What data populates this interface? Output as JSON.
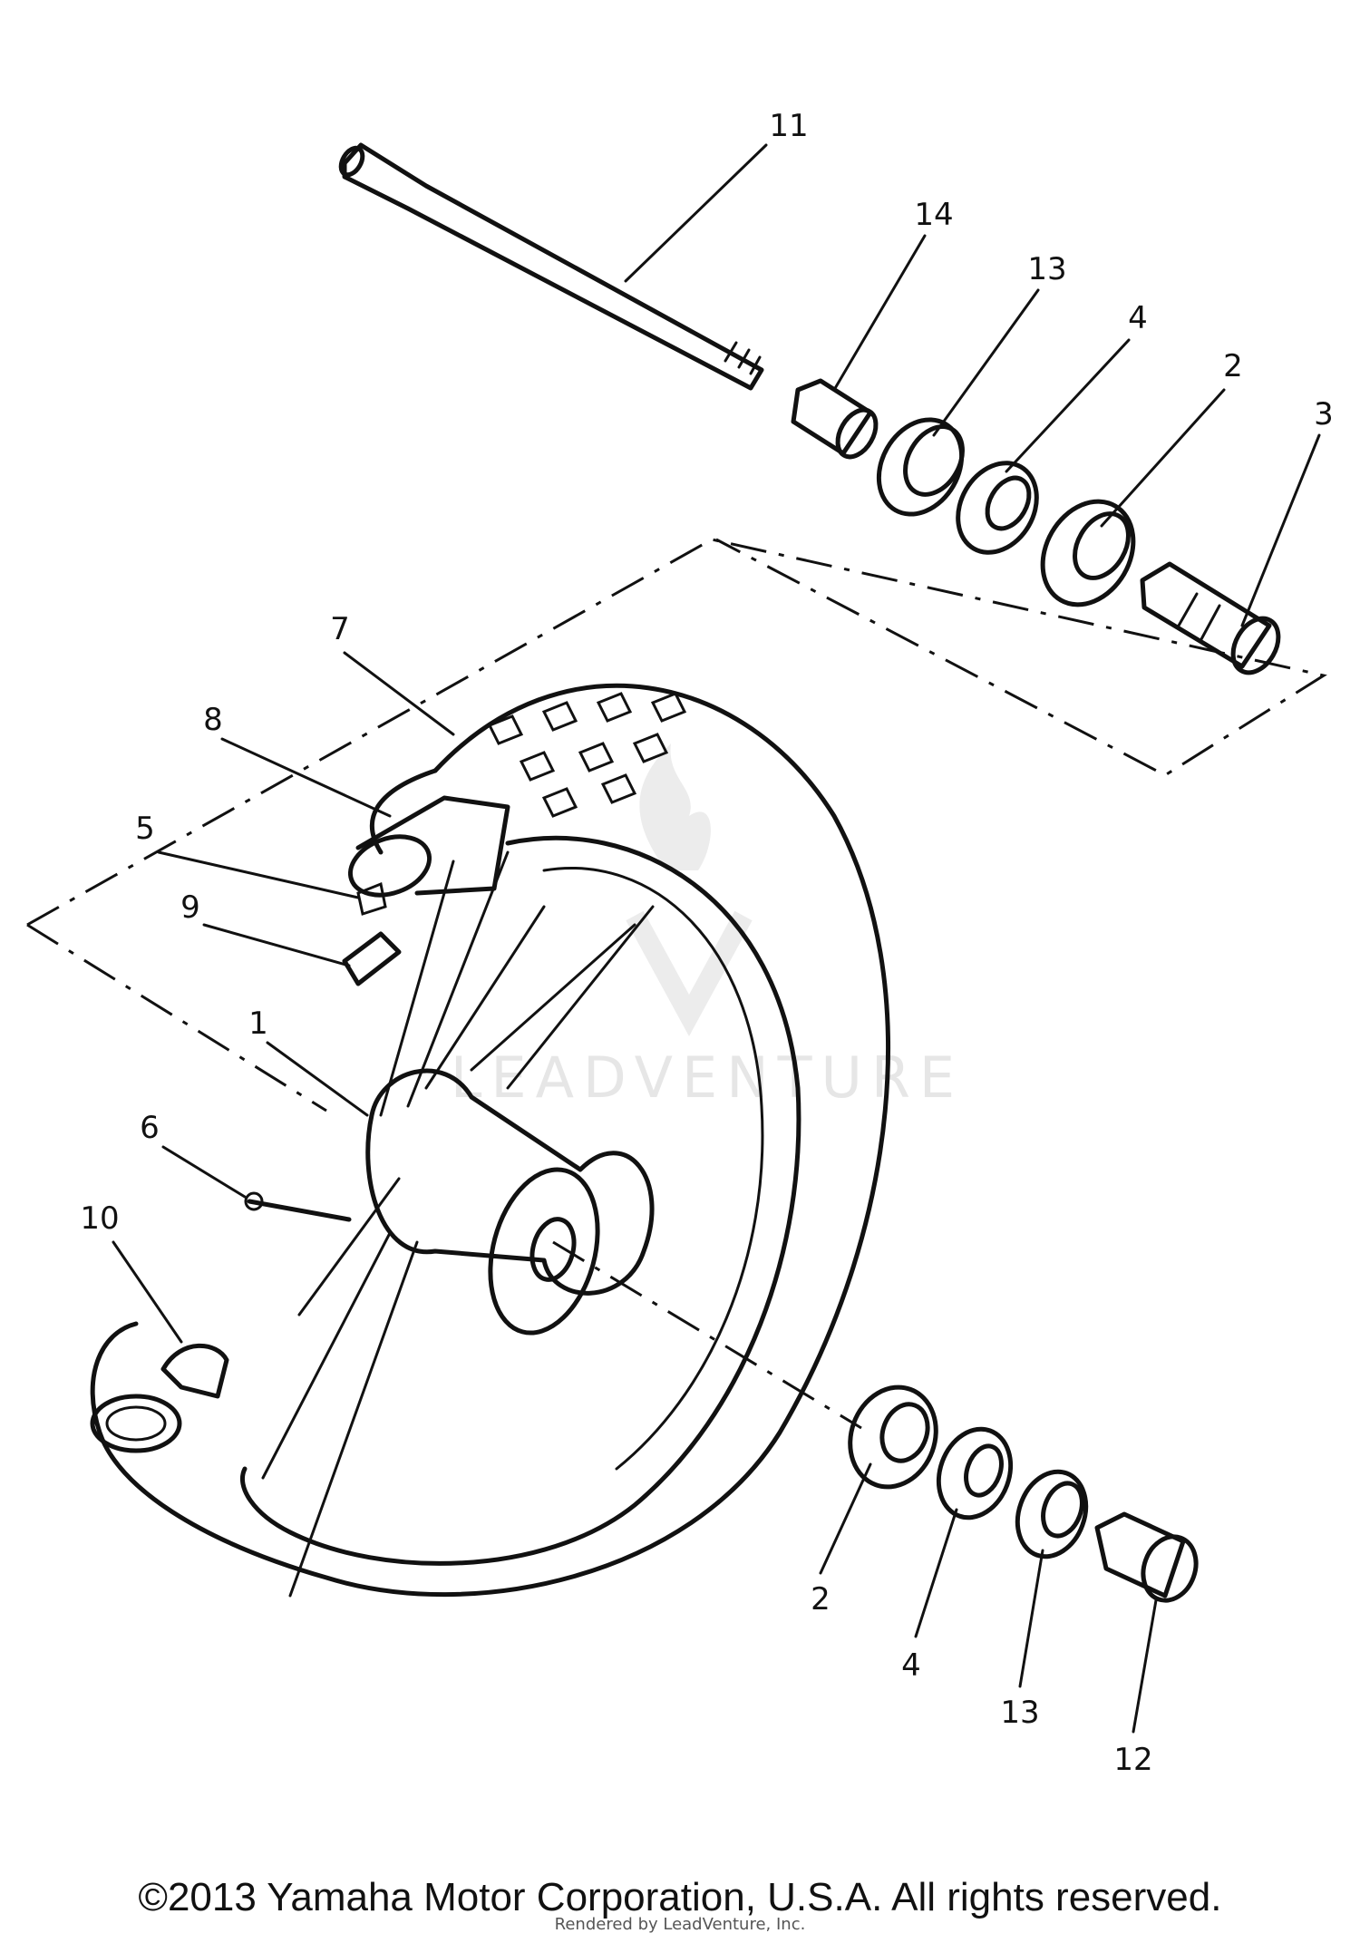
{
  "diagram": {
    "parts": [
      {
        "id": "label-11",
        "number": "11"
      },
      {
        "id": "label-14",
        "number": "14"
      },
      {
        "id": "label-13-top",
        "number": "13"
      },
      {
        "id": "label-4-top",
        "number": "4"
      },
      {
        "id": "label-2-top",
        "number": "2"
      },
      {
        "id": "label-3",
        "number": "3"
      },
      {
        "id": "label-7",
        "number": "7"
      },
      {
        "id": "label-8",
        "number": "8"
      },
      {
        "id": "label-5",
        "number": "5"
      },
      {
        "id": "label-9",
        "number": "9"
      },
      {
        "id": "label-1",
        "number": "1"
      },
      {
        "id": "label-6",
        "number": "6"
      },
      {
        "id": "label-10",
        "number": "10"
      },
      {
        "id": "label-2-bottom",
        "number": "2"
      },
      {
        "id": "label-4-bottom",
        "number": "4"
      },
      {
        "id": "label-13-bottom",
        "number": "13"
      },
      {
        "id": "label-12",
        "number": "12"
      }
    ],
    "watermark": "LEADVENTURE"
  },
  "footer": {
    "copyright": "©2013 Yamaha Motor Corporation, U.S.A. All rights reserved.",
    "rendered_by": "Rendered by LeadVenture, Inc."
  }
}
